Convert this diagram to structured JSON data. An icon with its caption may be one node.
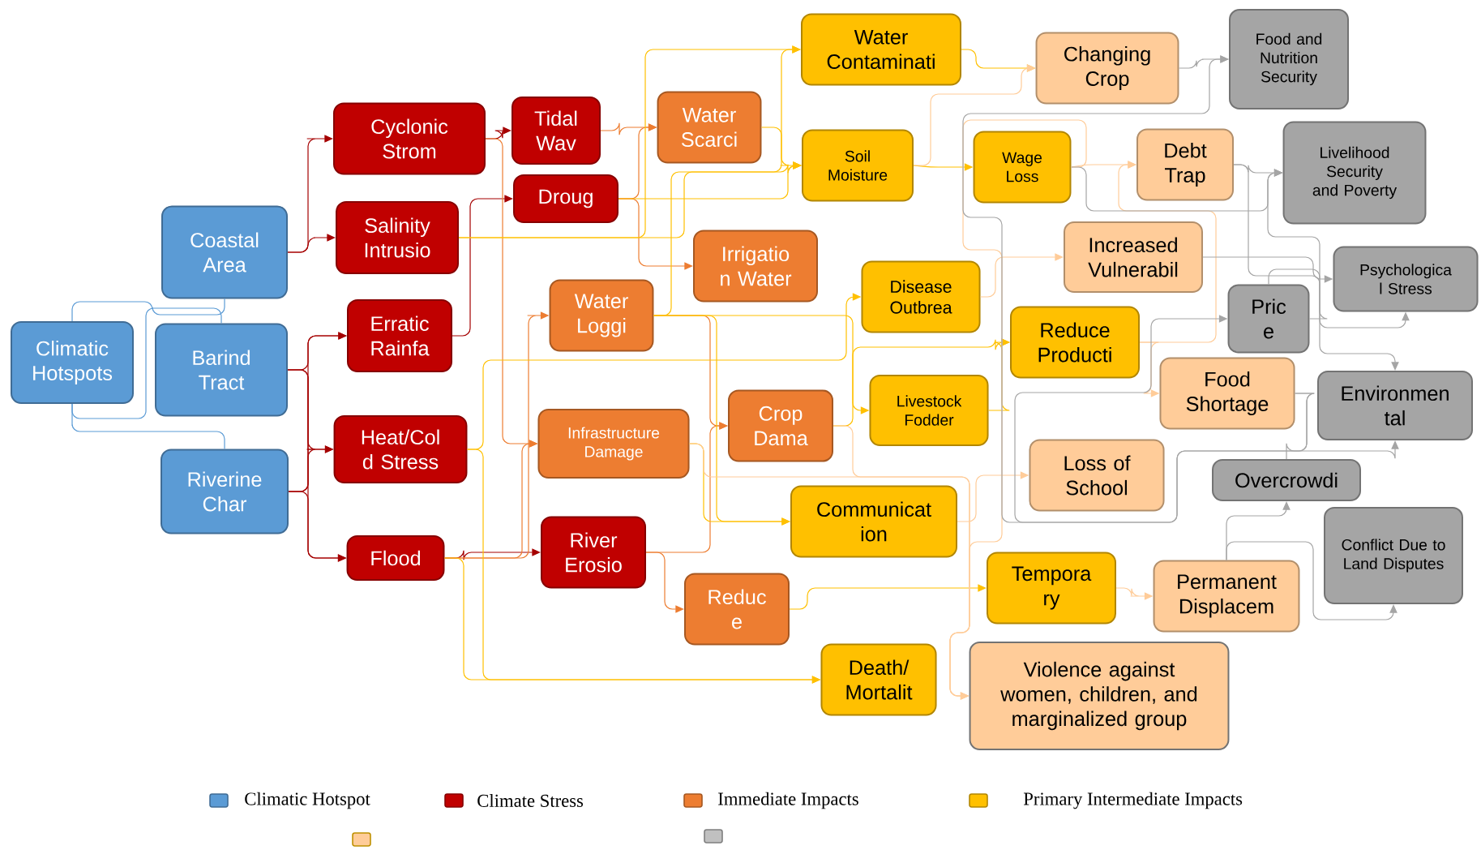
{
  "diagram": {
    "nodes": [
      {
        "text": [
          "Climatic Hotspots"
        ]
      },
      {
        "text": [
          "Coastal Area"
        ]
      },
      {
        "text": [
          "Barind Tract"
        ]
      },
      {
        "text": [
          "Riverine Char"
        ]
      },
      {
        "text": [
          "Cyclonic Strom"
        ]
      },
      {
        "text": [
          "Salinity Intrusio"
        ]
      },
      {
        "text": [
          "Erratic Rainfa"
        ]
      },
      {
        "text": [
          "Heat/Col d Stress"
        ]
      },
      {
        "text": [
          "Flood"
        ]
      },
      {
        "text": [
          "Tidal Wav"
        ]
      },
      {
        "text": [
          "Droug"
        ]
      },
      {
        "text": [
          "Water Scarci"
        ]
      },
      {
        "text": [
          "Irrigatio n Water"
        ]
      },
      {
        "text": [
          "Water Loggi"
        ]
      },
      {
        "text": [
          "Infrastructure Damage"
        ]
      },
      {
        "text": [
          "River Erosio"
        ]
      },
      {
        "text": [
          "Crop Dama"
        ]
      },
      {
        "text": [
          "Reduc e"
        ]
      },
      {
        "text": [
          "Water Contaminati"
        ]
      },
      {
        "text": [
          "Soil Moisture"
        ]
      },
      {
        "text": [
          "Disease Outbrea"
        ]
      },
      {
        "text": [
          "Livestock Fodder"
        ]
      },
      {
        "text": [
          "Communicat ion"
        ]
      },
      {
        "text": [
          "Death/ Mortalit"
        ]
      },
      {
        "text": [
          "Wage Loss"
        ]
      },
      {
        "text": [
          "Reduce Producti"
        ]
      },
      {
        "text": [
          "Tempora ry"
        ]
      },
      {
        "text": [
          "Changing Crop"
        ]
      },
      {
        "text": [
          "Debt Trap"
        ]
      },
      {
        "text": [
          "Increased Vulnerabil"
        ]
      },
      {
        "text": [
          "Food Shortage"
        ]
      },
      {
        "text": [
          "Loss of School"
        ]
      },
      {
        "text": [
          "Permanent Displacem"
        ]
      },
      {
        "text": [
          "Violence against women, children, and marginalized group"
        ]
      },
      {
        "text": [
          "Food and Nutrition Security"
        ]
      },
      {
        "text": [
          "Livelihood Security and Poverty"
        ]
      },
      {
        "text": [
          "Psychologica l Stress"
        ]
      },
      {
        "text": [
          "Pric e"
        ]
      },
      {
        "text": [
          "Environmen tal"
        ]
      },
      {
        "text": [
          "Overcrowdi"
        ]
      },
      {
        "text": [
          "Conflict Due to Land Disputes"
        ]
      }
    ],
    "edges": [
      {
        "from": 0,
        "to": 1,
        "arrow": "none",
        "color": "#5b9bd5"
      },
      {
        "from": 0,
        "to": 2,
        "arrow": "none",
        "color": "#5b9bd5"
      },
      {
        "from": 0,
        "to": 3,
        "arrow": "none",
        "color": "#5b9bd5"
      },
      {
        "from": 1,
        "to": 4,
        "arrow": "to",
        "color": "#a50000"
      },
      {
        "from": 1,
        "to": 5,
        "arrow": "to",
        "color": "#a50000"
      },
      {
        "from": 2,
        "to": 6,
        "arrow": "to",
        "color": "#a50000"
      },
      {
        "from": 2,
        "to": 7,
        "arrow": "to",
        "color": "#a50000"
      },
      {
        "from": 2,
        "to": 8,
        "arrow": "to",
        "color": "#a50000"
      },
      {
        "from": 3,
        "to": 6,
        "arrow": "to",
        "color": "#a50000"
      },
      {
        "from": 3,
        "to": 7,
        "arrow": "to",
        "color": "#a50000"
      },
      {
        "from": 3,
        "to": 8,
        "arrow": "to",
        "color": "#a50000"
      },
      {
        "from": 4,
        "to": 9,
        "arrow": "to",
        "color": "#a50000"
      },
      {
        "from": 6,
        "to": 10,
        "arrow": "to",
        "color": "#a50000"
      },
      {
        "from": 8,
        "to": 15,
        "arrow": "to",
        "color": "#a50000"
      },
      {
        "from": 9,
        "to": 11,
        "arrow": "to",
        "color": "#ed7d31"
      },
      {
        "from": 10,
        "to": 11,
        "arrow": "to",
        "color": "#ed7d31"
      },
      {
        "from": 10,
        "to": 12,
        "arrow": "to",
        "color": "#ed7d31"
      },
      {
        "from": 8,
        "to": 13,
        "arrow": "to",
        "color": "#ed7d31"
      },
      {
        "from": 4,
        "to": 14,
        "arrow": "to",
        "color": "#ed7d31"
      },
      {
        "from": 8,
        "to": 14,
        "arrow": "to",
        "color": "#ed7d31"
      },
      {
        "from": 15,
        "to": 16,
        "arrow": "to",
        "color": "#ed7d31"
      },
      {
        "from": 15,
        "to": 17,
        "arrow": "to",
        "color": "#ed7d31"
      },
      {
        "from": 13,
        "to": 16,
        "arrow": "to",
        "color": "#ed7d31"
      },
      {
        "from": 5,
        "to": 18,
        "arrow": "to",
        "color": "#ffc000"
      },
      {
        "from": 5,
        "to": 19,
        "arrow": "to",
        "color": "#ffc000"
      },
      {
        "from": 10,
        "to": 19,
        "arrow": "to",
        "color": "#ffc000"
      },
      {
        "from": 11,
        "to": 19,
        "arrow": "to",
        "color": "#ffc000"
      },
      {
        "from": 13,
        "to": 18,
        "arrow": "to",
        "color": "#ffc000"
      },
      {
        "from": 7,
        "to": 20,
        "arrow": "to",
        "color": "#ffc000"
      },
      {
        "from": 13,
        "to": 21,
        "arrow": "to",
        "color": "#ffc000"
      },
      {
        "from": 14,
        "to": 22,
        "arrow": "to",
        "color": "#ffc000"
      },
      {
        "from": 13,
        "to": 22,
        "arrow": "to",
        "color": "#ffc000"
      },
      {
        "from": 7,
        "to": 23,
        "arrow": "to",
        "color": "#ffc000"
      },
      {
        "from": 8,
        "to": 23,
        "arrow": "to",
        "color": "#ffc000"
      },
      {
        "from": 17,
        "to": 26,
        "arrow": "to",
        "color": "#ffc000"
      },
      {
        "from": 16,
        "to": 25,
        "arrow": "to",
        "color": "#ffc000"
      },
      {
        "from": 21,
        "to": 25,
        "arrow": "to",
        "color": "#ffc000"
      },
      {
        "from": 19,
        "to": 24,
        "arrow": "to",
        "color": "#ffc000"
      },
      {
        "from": 18,
        "to": 27,
        "arrow": "to",
        "color": "#ffc000"
      },
      {
        "from": 19,
        "to": 27,
        "arrow": "to",
        "color": "#ffcc99"
      },
      {
        "from": 24,
        "to": 28,
        "arrow": "to",
        "color": "#ffcc99"
      },
      {
        "from": 20,
        "to": 29,
        "arrow": "to",
        "color": "#ffcc99"
      },
      {
        "from": 25,
        "to": 30,
        "arrow": "to",
        "color": "#ffcc99"
      },
      {
        "from": 25,
        "to": 28,
        "arrow": "to",
        "color": "#ffcc99"
      },
      {
        "from": 22,
        "to": 31,
        "arrow": "to",
        "color": "#ffcc99"
      },
      {
        "from": 26,
        "to": 32,
        "arrow": "to",
        "color": "#ffcc99"
      },
      {
        "from": 14,
        "to": 33,
        "arrow": "to",
        "color": "#ffcc99"
      },
      {
        "from": 16,
        "to": 33,
        "arrow": "to",
        "color": "#ffcc99"
      },
      {
        "from": 24,
        "to": 33,
        "arrow": "to",
        "color": "#ffcc99"
      },
      {
        "from": 27,
        "to": 34,
        "arrow": "to",
        "color": "#a5a5a5"
      },
      {
        "from": 28,
        "to": 35,
        "arrow": "to",
        "color": "#a5a5a5"
      },
      {
        "from": 24,
        "to": 35,
        "arrow": "to",
        "color": "#a5a5a5"
      },
      {
        "from": 30,
        "to": 34,
        "arrow": "to",
        "color": "#a5a5a5"
      },
      {
        "from": 30,
        "to": 37,
        "arrow": "to",
        "color": "#a5a5a5"
      },
      {
        "from": 37,
        "to": 35,
        "arrow": "to",
        "color": "#a5a5a5"
      },
      {
        "from": 37,
        "to": 36,
        "arrow": "to",
        "color": "#a5a5a5"
      },
      {
        "from": 29,
        "to": 36,
        "arrow": "to",
        "color": "#a5a5a5"
      },
      {
        "from": 28,
        "to": 38,
        "arrow": "to",
        "color": "#a5a5a5"
      },
      {
        "from": 32,
        "to": 39,
        "arrow": "to",
        "color": "#a5a5a5"
      },
      {
        "from": 32,
        "to": 40,
        "arrow": "to",
        "color": "#a5a5a5"
      },
      {
        "from": 39,
        "to": 38,
        "arrow": "to",
        "color": "#a5a5a5"
      }
    ],
    "legend": [
      {
        "text": "Climatic Hotspot",
        "color": "#5b9bd5"
      },
      {
        "text": "Climate Stress",
        "color": "#c00000"
      },
      {
        "text": "Immediate Impacts",
        "color": "#ed7d31"
      },
      {
        "text": "Primary Intermediate Impacts",
        "color": "#ffc000"
      }
    ]
  }
}
